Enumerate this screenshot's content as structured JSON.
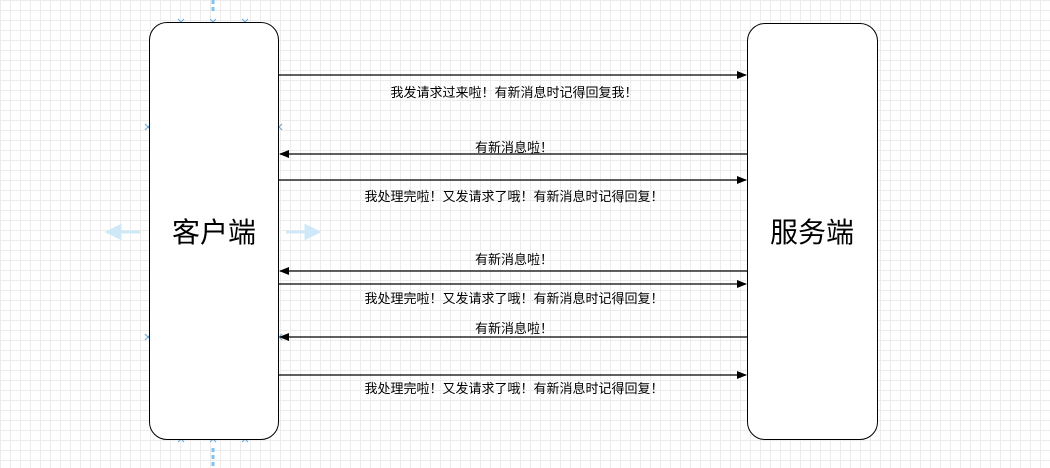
{
  "participants": {
    "client": {
      "label": "客户端"
    },
    "server": {
      "label": "服务端"
    }
  },
  "messages": [
    {
      "direction": "to-server",
      "label": "我发请求过来啦！有新消息时记得回复我！"
    },
    {
      "direction": "to-client",
      "label": "有新消息啦！"
    },
    {
      "direction": "to-server",
      "label": "我处理完啦！又发请求了哦！有新消息时记得回复！"
    },
    {
      "direction": "to-client",
      "label": "有新消息啦！"
    },
    {
      "direction": "to-server",
      "label": "我处理完啦！又发请求了哦！有新消息时记得回复！"
    },
    {
      "direction": "to-client",
      "label": "有新消息啦！"
    },
    {
      "direction": "to-server",
      "label": "我处理完啦！又发请求了哦！有新消息时记得回复！"
    }
  ],
  "colors": {
    "stroke": "#000000",
    "selection": "#7fc4f0",
    "grid": "#ececec"
  }
}
